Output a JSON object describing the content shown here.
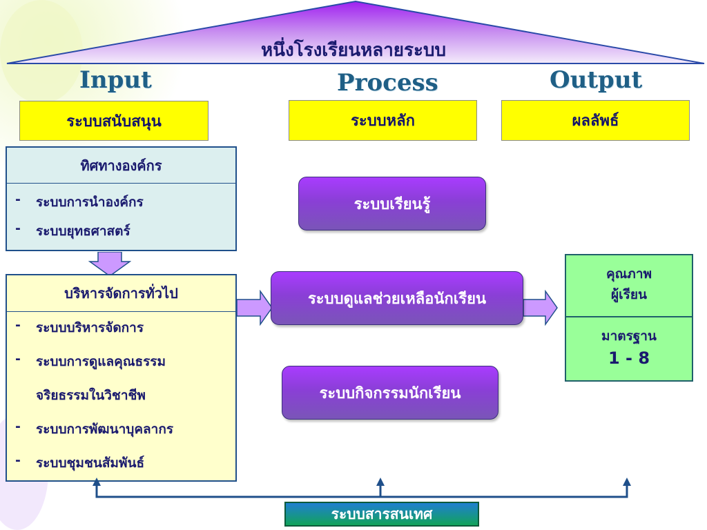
{
  "title": "หนึ่งโรงเรียนหลายระบบ",
  "columns": {
    "input": "Input",
    "process": "Process",
    "output": "Output"
  },
  "support_box": "ระบบสนับสนุน",
  "main_box": "ระบบหลัก",
  "result_box": "ผลลัพธ์",
  "direction_panel": {
    "header": "ทิศทางองค์กร",
    "items": [
      "ระบบการนำองค์กร",
      "ระบบยุทธศาสตร์"
    ]
  },
  "admin_panel": {
    "header": "บริหารจัดการทั่วไป",
    "items": [
      "ระบบบริหารจัดการ",
      "ระบบการดูแลคุณธรรม",
      "จริยธรรมในวิชาชีพ",
      "ระบบการพัฒนาบุคลากร",
      "ระบบชุมชนสัมพันธ์"
    ]
  },
  "dash": "-",
  "process_systems": [
    "ระบบเรียนรู้",
    "ระบบดูแลช่วยเหลือนักเรียน",
    "ระบบกิจกรรมนักเรียน"
  ],
  "output_panel": {
    "quality_line1": "คุณภาพ",
    "quality_line2": "ผู้เรียน",
    "standard_label": "มาตรฐาน",
    "standard_range": "1 - 8"
  },
  "info_system": "ระบบสารสนเทศ",
  "colors": {
    "yellow_box": "#ffff00",
    "direction_bg": "#dcefef",
    "admin_bg": "#ffffcc",
    "process_purple": "#8a3fd6",
    "output_green": "#99ff99",
    "connector_blue": "#1f4f8a",
    "arrow_lavender": "#cc99ff"
  }
}
